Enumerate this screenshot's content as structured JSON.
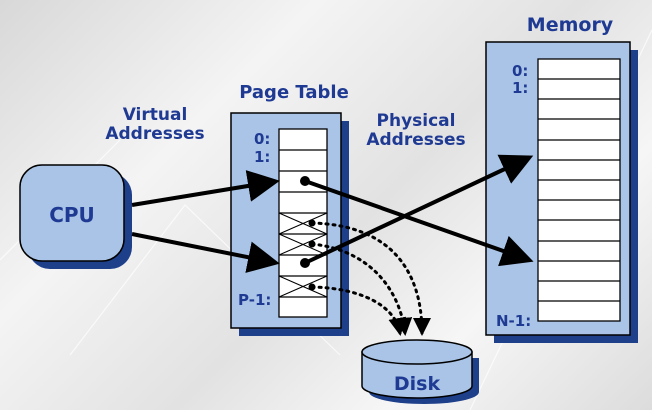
{
  "labels": {
    "virtual_addresses_line1": "Virtual",
    "virtual_addresses_line2": "Addresses",
    "page_table": "Page Table",
    "physical_addresses_line1": "Physical",
    "physical_addresses_line2": "Addresses",
    "memory": "Memory",
    "cpu": "CPU",
    "disk": "Disk"
  },
  "page_table": {
    "index_first": "0:",
    "index_second": "1:",
    "index_last": "P-1:"
  },
  "memory": {
    "index_first": "0:",
    "index_second": "1:",
    "index_last": "N-1:"
  },
  "colors": {
    "box_fill": "#a9c4e6",
    "shadow": "#1e3f8a",
    "text": "#1f3a93",
    "arrow": "#000000"
  }
}
